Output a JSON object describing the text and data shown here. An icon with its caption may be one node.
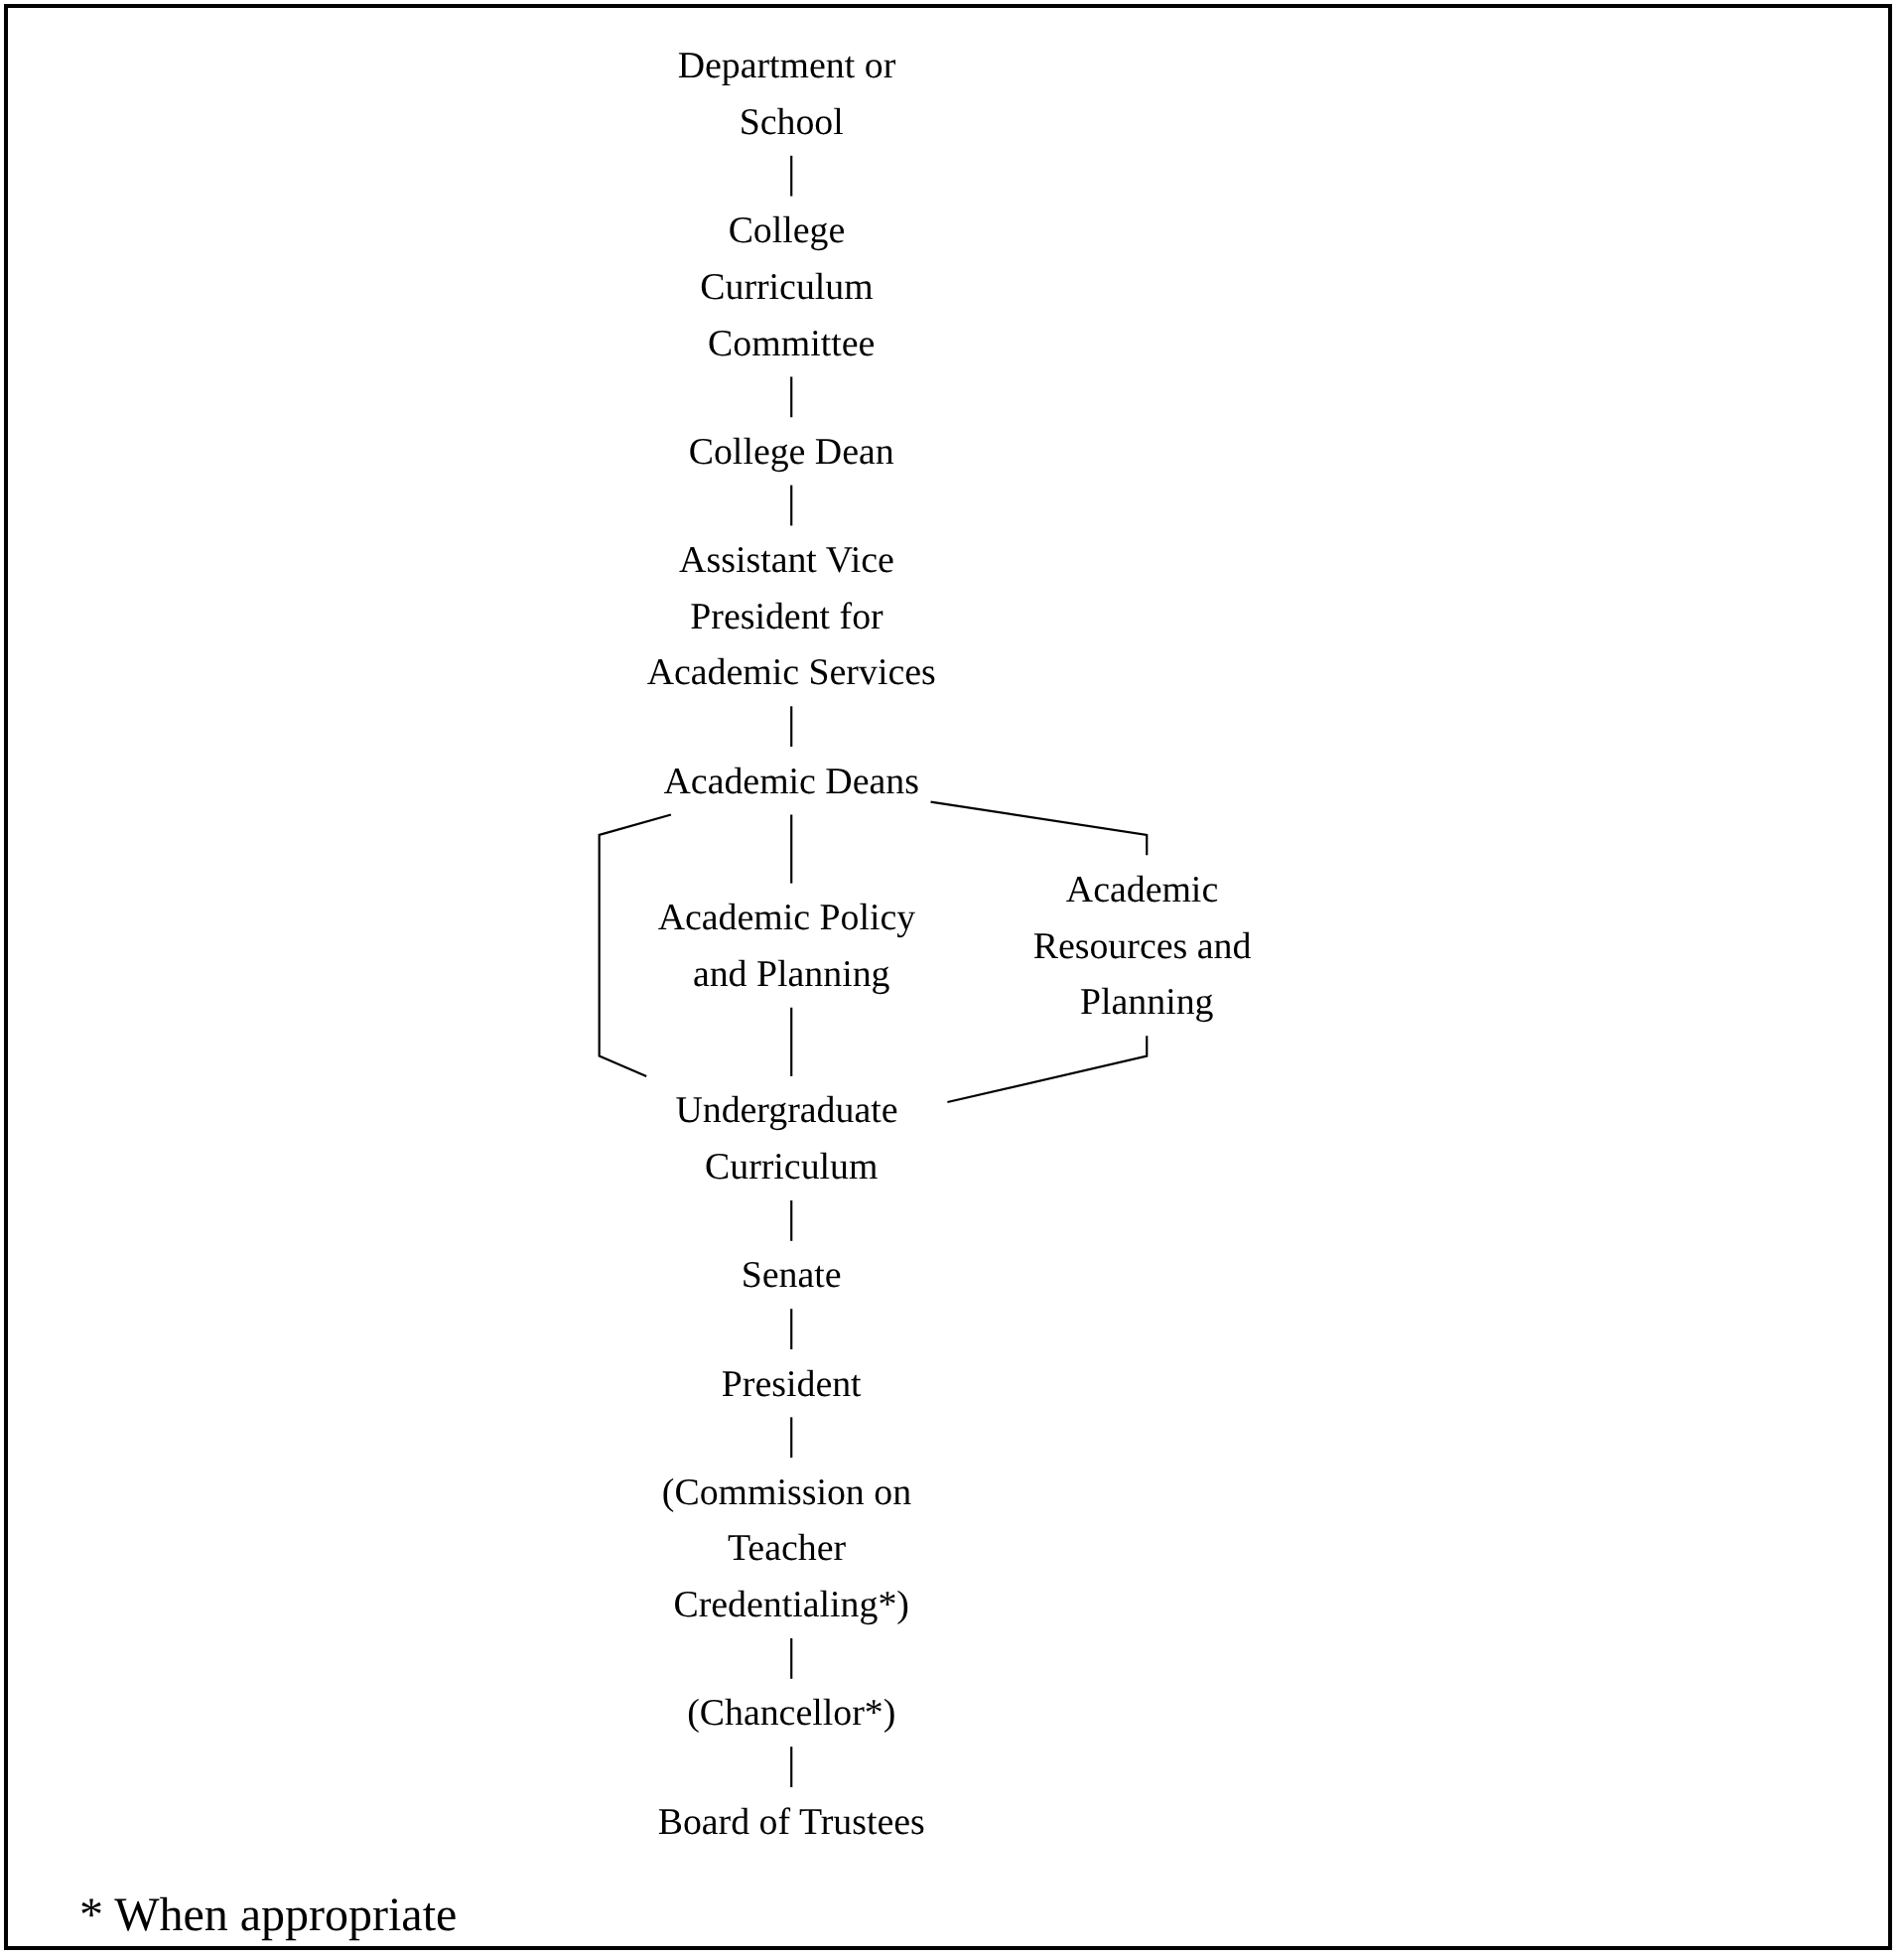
{
  "diagram": {
    "nodes": [
      {
        "text": [
          "Department or School"
        ]
      },
      {
        "text": [
          "College Curriculum Committee"
        ]
      },
      {
        "text": [
          "College Dean"
        ]
      },
      {
        "text": [
          "Assistant Vice President for Academic Services"
        ]
      },
      {
        "text": [
          "Academic Deans"
        ]
      },
      {
        "text": [
          "Academic Policy and Planning"
        ]
      },
      {
        "text": [
          "Academic Resources and Planning"
        ]
      },
      {
        "text": [
          "Undergraduate Curriculum"
        ]
      },
      {
        "text": [
          "Senate"
        ]
      },
      {
        "text": [
          "President"
        ]
      },
      {
        "text": [
          "(Commission on Teacher Credentialing*)"
        ]
      },
      {
        "text": [
          "(Chancellor*)"
        ]
      },
      {
        "text": [
          "Board of Trustees"
        ]
      }
    ],
    "edges": [
      {
        "from": 0,
        "to": 1,
        "arrow": "none"
      },
      {
        "from": 1,
        "to": 2,
        "arrow": "none"
      },
      {
        "from": 2,
        "to": 3,
        "arrow": "none"
      },
      {
        "from": 3,
        "to": 4,
        "arrow": "none"
      },
      {
        "from": 4,
        "to": 5,
        "arrow": "none"
      },
      {
        "from": 4,
        "to": 7,
        "arrow": "none"
      },
      {
        "from": 4,
        "to": 6,
        "arrow": "none"
      },
      {
        "from": 5,
        "to": 7,
        "arrow": "none"
      },
      {
        "from": 6,
        "to": 7,
        "arrow": "none"
      },
      {
        "from": 7,
        "to": 8,
        "arrow": "none"
      },
      {
        "from": 8,
        "to": 9,
        "arrow": "none"
      },
      {
        "from": 9,
        "to": 10,
        "arrow": "none"
      },
      {
        "from": 10,
        "to": 11,
        "arrow": "none"
      },
      {
        "from": 11,
        "to": 12,
        "arrow": "none"
      }
    ],
    "labels": [
      "* When appropriate"
    ]
  }
}
